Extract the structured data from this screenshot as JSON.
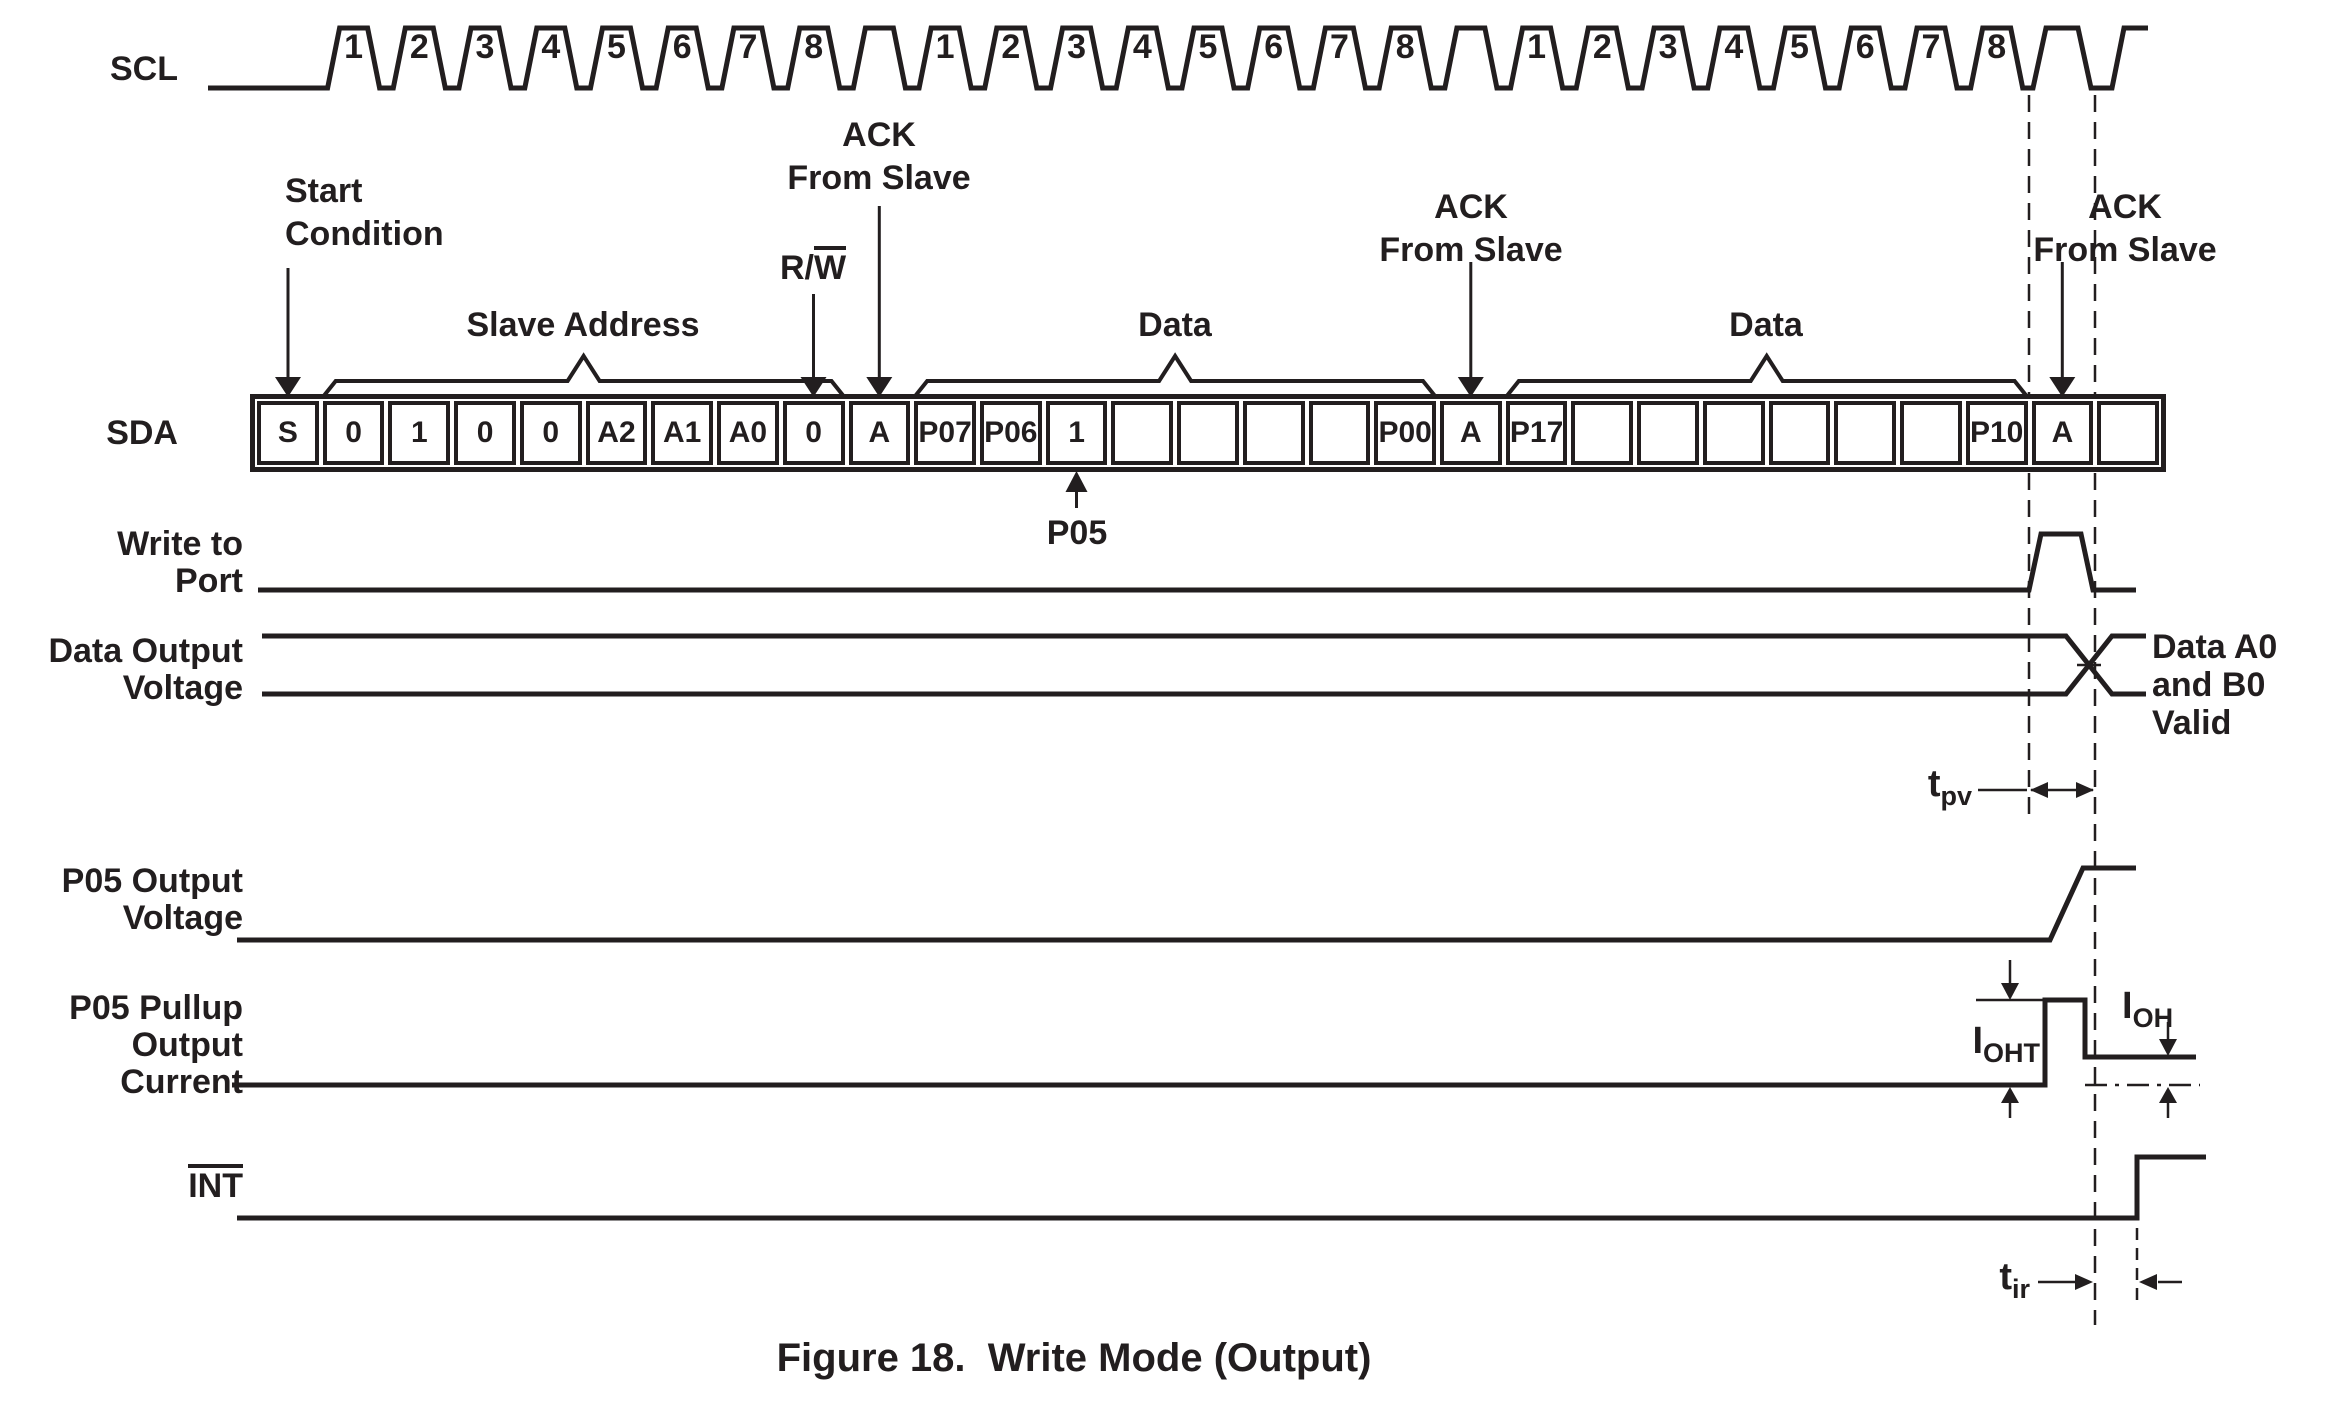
{
  "figure": {
    "caption": "Figure 18.  Write Mode (Output)",
    "ink_color": "#221e1f",
    "background_color": "#ffffff"
  },
  "scl": {
    "label": "SCL",
    "clock_numbers": [
      "1",
      "2",
      "3",
      "4",
      "5",
      "6",
      "7",
      "8"
    ]
  },
  "sda": {
    "label": "SDA",
    "bits": [
      "S",
      "0",
      "1",
      "0",
      "0",
      "A2",
      "A1",
      "A0",
      "0",
      "A",
      "P07",
      "P06",
      "1",
      "",
      "",
      "",
      "",
      "P00",
      "A",
      "P17",
      "",
      "",
      "",
      "",
      "",
      "",
      "P10",
      "A",
      ""
    ]
  },
  "top_annotations": {
    "start_condition_line1": "Start",
    "start_condition_line2": "Condition",
    "slave_address_label": "Slave Address",
    "rw_prefix": "R/",
    "rw_overline": "W",
    "ack1_line1": "ACK",
    "ack1_line2": "From Slave",
    "ack2_line1": "ACK",
    "ack2_line2": "From Slave",
    "ack3_line1": "ACK",
    "ack3_line2": "From Slave",
    "data_label_1": "Data",
    "data_label_2": "Data",
    "p05_pointer_label": "P05"
  },
  "rows": {
    "write_to_port_line1": "Write to",
    "write_to_port_line2": "Port",
    "data_output_voltage_line1": "Data Output",
    "data_output_voltage_line2": "Voltage",
    "p05_output_voltage_line1": "P05 Output",
    "p05_output_voltage_line2": "Voltage",
    "p05_pullup_line1": "P05 Pullup",
    "p05_pullup_line2": "Output",
    "p05_pullup_line3": "Current",
    "int_label": "INT"
  },
  "timing": {
    "tpv_base": "t",
    "tpv_sub": "pv",
    "ioht_base": "I",
    "ioht_sub": "OHT",
    "ioh_base": "I",
    "ioh_sub": "OH",
    "tir_base": "t",
    "tir_sub": "ir"
  },
  "right_annotations": {
    "data_valid_line1": "Data A0",
    "data_valid_line2": "and B0",
    "data_valid_line3": "Valid"
  }
}
